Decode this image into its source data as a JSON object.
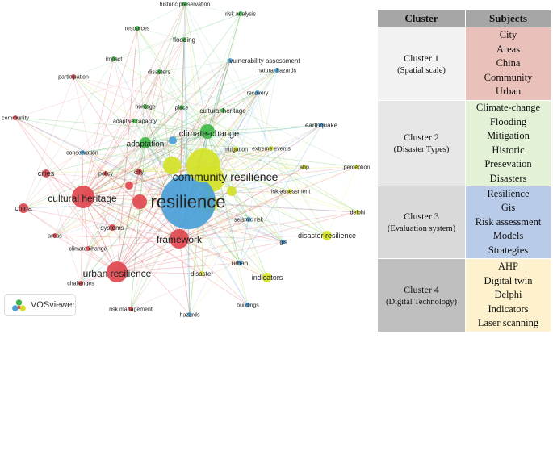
{
  "network": {
    "colors": {
      "red": "#e0484f",
      "green": "#3fb847",
      "blue": "#4a9fd8",
      "yellow": "#d4e227"
    },
    "nodes": [
      {
        "id": "resilience",
        "label": "resilience",
        "cluster": "blue",
        "weight": 10
      },
      {
        "id": "community-resilience",
        "label": "community resilience",
        "cluster": "yellow",
        "weight": 6
      },
      {
        "id": "cultural-heritage",
        "label": "cultural heritage",
        "cluster": "red",
        "weight": 4.5
      },
      {
        "id": "urban-resilience",
        "label": "urban resilience",
        "cluster": "red",
        "weight": 4.5
      },
      {
        "id": "framework",
        "label": "framework",
        "cluster": "red",
        "weight": 4
      },
      {
        "id": "climate-change",
        "label": "climate-change",
        "cluster": "green",
        "weight": 3
      },
      {
        "id": "adaptation",
        "label": "adaptation",
        "cluster": "green",
        "weight": 2.5
      },
      {
        "id": "disaster-resilience",
        "label": "disaster resilience",
        "cluster": "yellow",
        "weight": 2
      },
      {
        "id": "indicators",
        "label": "indicators",
        "cluster": "yellow",
        "weight": 2
      },
      {
        "id": "cities",
        "label": "cities",
        "cluster": "red",
        "weight": 2
      },
      {
        "id": "china",
        "label": "china",
        "cluster": "red",
        "weight": 2
      },
      {
        "id": "city",
        "label": "city",
        "cluster": "red",
        "weight": 1.5
      },
      {
        "id": "systems",
        "label": "systems",
        "cluster": "red",
        "weight": 1.5
      },
      {
        "id": "cultural-heritage-2",
        "label": "cultural-heritage",
        "cluster": "green",
        "weight": 1.5
      },
      {
        "id": "vulnerability-assessment",
        "label": "vulnerability assessment",
        "cluster": "blue",
        "weight": 1.2
      },
      {
        "id": "earthquake",
        "label": "earthquake",
        "cluster": "blue",
        "weight": 1.2
      },
      {
        "id": "urban",
        "label": "urban",
        "cluster": "blue",
        "weight": 1.2
      },
      {
        "id": "disaster",
        "label": "disaster",
        "cluster": "yellow",
        "weight": 1.2
      },
      {
        "id": "heritage",
        "label": "heritage",
        "cluster": "green",
        "weight": 1
      },
      {
        "id": "mitigation",
        "label": "mitigation",
        "cluster": "yellow",
        "weight": 1
      },
      {
        "id": "seismic-risk",
        "label": "seismic risk",
        "cluster": "blue",
        "weight": 1
      },
      {
        "id": "gis",
        "label": "gis",
        "cluster": "blue",
        "weight": 1
      },
      {
        "id": "policy",
        "label": "policy",
        "cluster": "red",
        "weight": 1
      },
      {
        "id": "areas",
        "label": "areas",
        "cluster": "red",
        "weight": 1
      },
      {
        "id": "climate-change-2",
        "label": "climate change",
        "cluster": "red",
        "weight": 1
      },
      {
        "id": "challenges",
        "label": "challenges",
        "cluster": "red",
        "weight": 1
      },
      {
        "id": "risk-management",
        "label": "risk management",
        "cluster": "red",
        "weight": 1
      },
      {
        "id": "participation",
        "label": "participation",
        "cluster": "red",
        "weight": 1
      },
      {
        "id": "community",
        "label": "community",
        "cluster": "red",
        "weight": 1
      },
      {
        "id": "conservation",
        "label": "conservation",
        "cluster": "blue",
        "weight": 1
      },
      {
        "id": "adaptive-capacity",
        "label": "adaptive capacity",
        "cluster": "green",
        "weight": 1
      },
      {
        "id": "resources",
        "label": "resources",
        "cluster": "green",
        "weight": 1
      },
      {
        "id": "flooding",
        "label": "flooding",
        "cluster": "green",
        "weight": 1
      },
      {
        "id": "impact",
        "label": "impact",
        "cluster": "green",
        "weight": 1
      },
      {
        "id": "disasters",
        "label": "disasters",
        "cluster": "green",
        "weight": 1
      },
      {
        "id": "place",
        "label": "place",
        "cluster": "green",
        "weight": 1
      },
      {
        "id": "historic-preservation",
        "label": "historic preservation",
        "cluster": "green",
        "weight": 1
      },
      {
        "id": "risk-analysis",
        "label": "risk analysis",
        "cluster": "green",
        "weight": 1
      },
      {
        "id": "natural-hazards",
        "label": "natural hazards",
        "cluster": "blue",
        "weight": 1
      },
      {
        "id": "recovery",
        "label": "recovery",
        "cluster": "blue",
        "weight": 1
      },
      {
        "id": "extreme-events",
        "label": "extreme events",
        "cluster": "yellow",
        "weight": 1
      },
      {
        "id": "ahp",
        "label": "ahp",
        "cluster": "yellow",
        "weight": 1
      },
      {
        "id": "perception",
        "label": "perception",
        "cluster": "yellow",
        "weight": 1
      },
      {
        "id": "delphi",
        "label": "delphi",
        "cluster": "yellow",
        "weight": 1
      },
      {
        "id": "risk-assessment",
        "label": "risk-assessment",
        "cluster": "yellow",
        "weight": 1
      },
      {
        "id": "hazards",
        "label": "hazards",
        "cluster": "blue",
        "weight": 1
      },
      {
        "id": "buildings",
        "label": "buildings",
        "cluster": "blue",
        "weight": 1
      }
    ],
    "edges_from_hubs": [
      "resilience",
      "community-resilience",
      "cultural-heritage",
      "urban-resilience",
      "framework",
      "climate-change",
      "adaptation"
    ],
    "logo_text": "VOSviewer"
  },
  "table": {
    "headers": [
      "Cluster",
      "Subjects"
    ],
    "rows": [
      {
        "name": "Cluster 1",
        "desc": "(Spatial scale)",
        "color": "#eac0bb",
        "bg": "#f2f2f2",
        "subjects": [
          "City",
          "Areas",
          "China",
          "Community",
          "Urban"
        ]
      },
      {
        "name": "Cluster 2",
        "desc": "(Disaster Types)",
        "color": "#e3f1d7",
        "bg": "#e6e6e6",
        "subjects": [
          "Climate-change",
          "Flooding",
          "Mitigation",
          "Historic",
          "Presevation",
          "Disasters"
        ]
      },
      {
        "name": "Cluster 3",
        "desc": "(Evaluation system)",
        "color": "#b8cbe8",
        "bg": "#d9d9d9",
        "subjects": [
          "Resilience",
          "Gis",
          "Risk assessment",
          "Models",
          "Strategies"
        ]
      },
      {
        "name": "Cluster 4",
        "desc": "(Digital Technology)",
        "color": "#fdf2cd",
        "bg": "#bfbfbf",
        "subjects": [
          "AHP",
          "Digital twin",
          "Delphi",
          "Indicators",
          "Laser scanning"
        ]
      }
    ]
  }
}
